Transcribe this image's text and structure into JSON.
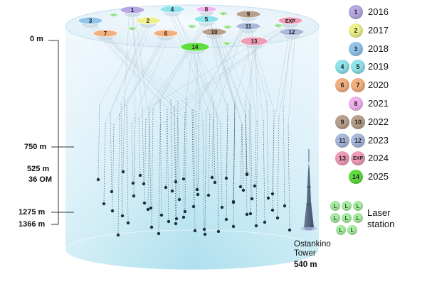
{
  "depths": {
    "surface": "0 m",
    "top": "750 m",
    "string_length": "525 m",
    "om_per_string": "36 OM",
    "bottom": "1275 m",
    "lake_bottom": "1366 m"
  },
  "tower": {
    "name_line1": "Ostankino",
    "name_line2": "Tower",
    "height": "540 m"
  },
  "clusters": [
    {
      "label": "1",
      "color": "#b7a8e3"
    },
    {
      "label": "2",
      "color": "#eef08a"
    },
    {
      "label": "3",
      "color": "#8fc5ea"
    },
    {
      "label": "4",
      "color": "#8fe3ea"
    },
    {
      "label": "5",
      "color": "#8fe3ea"
    },
    {
      "label": "6",
      "color": "#f2b07f"
    },
    {
      "label": "7",
      "color": "#f2b07f"
    },
    {
      "label": "8",
      "color": "#f3b1ee"
    },
    {
      "label": "9",
      "color": "#b8a08c"
    },
    {
      "label": "10",
      "color": "#b8a08c"
    },
    {
      "label": "11",
      "color": "#a9b9dc"
    },
    {
      "label": "12",
      "color": "#a9b9dc"
    },
    {
      "label": "13",
      "color": "#f19cb6"
    },
    {
      "label": "EXP",
      "color": "#f19cb6"
    },
    {
      "label": "14",
      "color": "#5fdd3f"
    }
  ],
  "legend": [
    {
      "discs": [
        {
          "label": "1",
          "color": "#b7a8e3"
        }
      ],
      "year": "2016"
    },
    {
      "discs": [
        {
          "label": "2",
          "color": "#eef08a"
        }
      ],
      "year": "2017"
    },
    {
      "discs": [
        {
          "label": "3",
          "color": "#8fc5ea"
        }
      ],
      "year": "2018"
    },
    {
      "discs": [
        {
          "label": "4",
          "color": "#8fe3ea"
        },
        {
          "label": "5",
          "color": "#8fe3ea"
        }
      ],
      "year": "2019"
    },
    {
      "discs": [
        {
          "label": "6",
          "color": "#f2b07f"
        },
        {
          "label": "7",
          "color": "#f2b07f"
        }
      ],
      "year": "2020"
    },
    {
      "discs": [
        {
          "label": "8",
          "color": "#f3b1ee"
        }
      ],
      "year": "2021"
    },
    {
      "discs": [
        {
          "label": "9",
          "color": "#b8a08c"
        },
        {
          "label": "10",
          "color": "#b8a08c"
        }
      ],
      "year": "2022"
    },
    {
      "discs": [
        {
          "label": "11",
          "color": "#a9b9dc"
        },
        {
          "label": "12",
          "color": "#a9b9dc"
        }
      ],
      "year": "2023"
    },
    {
      "discs": [
        {
          "label": "13",
          "color": "#f19cb6"
        },
        {
          "label": "EXP",
          "color": "#f19cb6"
        }
      ],
      "year": "2024"
    },
    {
      "discs": [
        {
          "label": "14",
          "color": "#5fdd3f"
        }
      ],
      "year": "2025"
    }
  ],
  "laser": {
    "disc_label": "L",
    "disc_color": "#a8eba2",
    "text_line1": "Laser",
    "text_line2": "station"
  },
  "colors": {
    "water_top": "#dceef8",
    "water_bottom": "#b7e3f0",
    "string": "#2b4a5c"
  }
}
